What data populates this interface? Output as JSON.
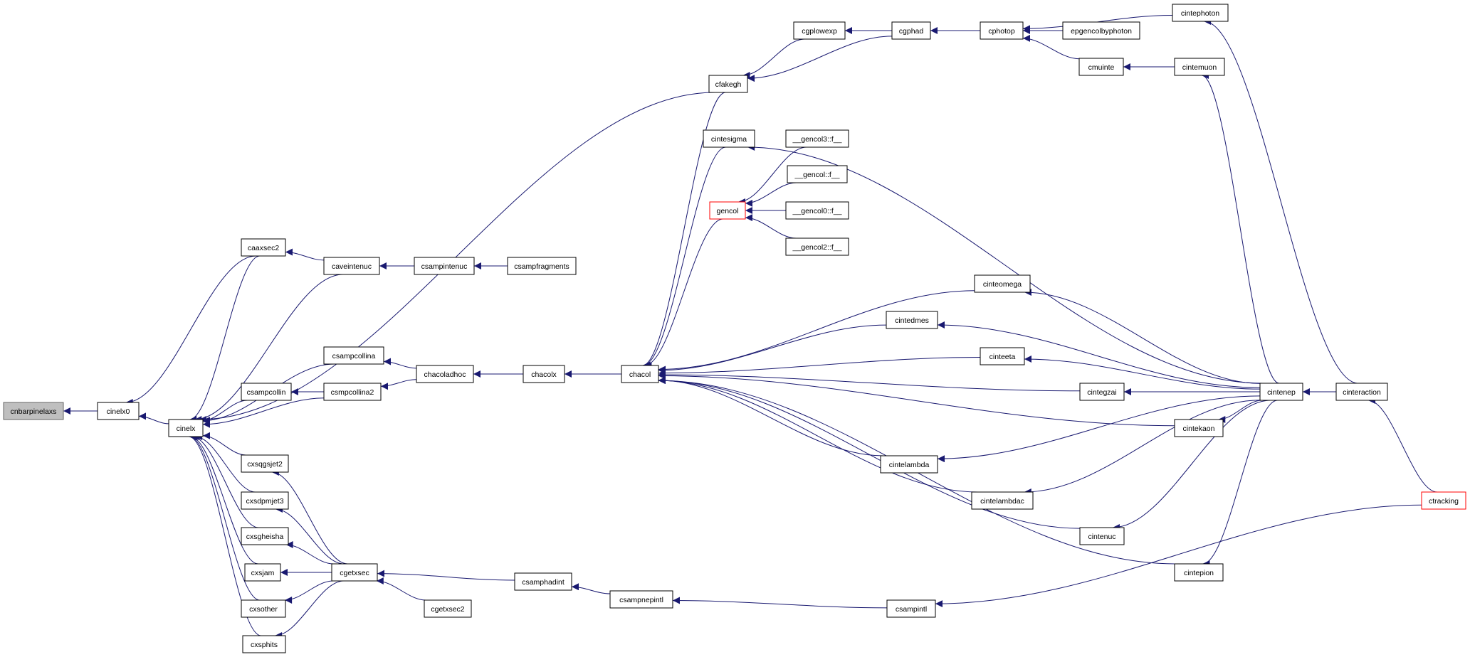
{
  "nodes": [
    {
      "id": "cnbarpinelaxs",
      "label": "cnbarpinelaxs",
      "root": true
    },
    {
      "id": "cinelx0",
      "label": "cinelx0"
    },
    {
      "id": "cinelx",
      "label": "cinelx"
    },
    {
      "id": "caaxsec2",
      "label": "caaxsec2"
    },
    {
      "id": "caveintenuc",
      "label": "caveintenuc"
    },
    {
      "id": "csampintenuc",
      "label": "csampintenuc"
    },
    {
      "id": "csampfragments",
      "label": "csampfragments"
    },
    {
      "id": "csampcollina",
      "label": "csampcollina"
    },
    {
      "id": "csampcollin",
      "label": "csampcollin"
    },
    {
      "id": "csmpcollina2",
      "label": "csmpcollina2"
    },
    {
      "id": "chacoladhoc",
      "label": "chacoladhoc"
    },
    {
      "id": "chacolx",
      "label": "chacolx"
    },
    {
      "id": "chacol",
      "label": "chacol"
    },
    {
      "id": "cxsqgsjet2",
      "label": "cxsqgsjet2"
    },
    {
      "id": "cxsdpmjet3",
      "label": "cxsdpmjet3"
    },
    {
      "id": "cxsgheisha",
      "label": "cxsgheisha"
    },
    {
      "id": "cxsjam",
      "label": "cxsjam"
    },
    {
      "id": "cxsother",
      "label": "cxsother"
    },
    {
      "id": "cxsphits",
      "label": "cxsphits"
    },
    {
      "id": "cgetxsec",
      "label": "cgetxsec"
    },
    {
      "id": "cgetxsec2",
      "label": "cgetxsec2"
    },
    {
      "id": "csamphadint",
      "label": "csamphadint"
    },
    {
      "id": "csampnepintl",
      "label": "csampnepintl"
    },
    {
      "id": "csampintl",
      "label": "csampintl"
    },
    {
      "id": "cfakegh",
      "label": "cfakegh"
    },
    {
      "id": "cgplowexp",
      "label": "cgplowexp"
    },
    {
      "id": "cgphad",
      "label": "cgphad"
    },
    {
      "id": "cphotop",
      "label": "cphotop"
    },
    {
      "id": "cintephoton",
      "label": "cintephoton"
    },
    {
      "id": "epgencolbyphoton",
      "label": "epgencolbyphoton"
    },
    {
      "id": "cmuinte",
      "label": "cmuinte"
    },
    {
      "id": "cintemuon",
      "label": "cintemuon"
    },
    {
      "id": "cintesigma",
      "label": "cintesigma"
    },
    {
      "id": "gencol",
      "label": "gencol",
      "highlight": true
    },
    {
      "id": "gencol3",
      "label": "__gencol3::f__"
    },
    {
      "id": "gencolf",
      "label": "__gencol::f__"
    },
    {
      "id": "gencol0",
      "label": "__gencol0::f__"
    },
    {
      "id": "gencol2",
      "label": "__gencol2::f__"
    },
    {
      "id": "cinteomega",
      "label": "cinteomega"
    },
    {
      "id": "cintedmes",
      "label": "cintedmes"
    },
    {
      "id": "cinteeta",
      "label": "cinteeta"
    },
    {
      "id": "cintegzai",
      "label": "cintegzai"
    },
    {
      "id": "cintekaon",
      "label": "cintekaon"
    },
    {
      "id": "cintelambda",
      "label": "cintelambda"
    },
    {
      "id": "cintelambdac",
      "label": "cintelambdac"
    },
    {
      "id": "cintenuc",
      "label": "cintenuc"
    },
    {
      "id": "cintepion",
      "label": "cintepion"
    },
    {
      "id": "cintenep",
      "label": "cintenep"
    },
    {
      "id": "cinteraction",
      "label": "cinteraction"
    },
    {
      "id": "ctracking",
      "label": "ctracking",
      "highlight": true
    }
  ],
  "edges": [
    {
      "from": "cinelx0",
      "to": "cnbarpinelaxs"
    },
    {
      "from": "cinelx",
      "to": "cinelx0"
    },
    {
      "from": "caaxsec2",
      "to": "cinelx0"
    },
    {
      "from": "caaxsec2",
      "to": "cinelx"
    },
    {
      "from": "caveintenuc",
      "to": "caaxsec2"
    },
    {
      "from": "caveintenuc",
      "to": "cinelx"
    },
    {
      "from": "csampintenuc",
      "to": "caveintenuc"
    },
    {
      "from": "csampfragments",
      "to": "csampintenuc"
    },
    {
      "from": "cfakegh",
      "to": "cinelx"
    },
    {
      "from": "csampcollina",
      "to": "cinelx"
    },
    {
      "from": "csampcollin",
      "to": "cinelx"
    },
    {
      "from": "csmpcollina2",
      "to": "cinelx"
    },
    {
      "from": "csmpcollina2",
      "to": "csampcollin"
    },
    {
      "from": "chacoladhoc",
      "to": "csampcollina"
    },
    {
      "from": "chacoladhoc",
      "to": "csmpcollina2"
    },
    {
      "from": "chacolx",
      "to": "chacoladhoc"
    },
    {
      "from": "chacol",
      "to": "chacolx"
    },
    {
      "from": "cxsqgsjet2",
      "to": "cinelx"
    },
    {
      "from": "cxsdpmjet3",
      "to": "cinelx"
    },
    {
      "from": "cxsgheisha",
      "to": "cinelx"
    },
    {
      "from": "cxsjam",
      "to": "cinelx"
    },
    {
      "from": "cxsother",
      "to": "cinelx"
    },
    {
      "from": "cxsphits",
      "to": "cinelx"
    },
    {
      "from": "cgetxsec",
      "to": "cxsqgsjet2"
    },
    {
      "from": "cgetxsec",
      "to": "cxsdpmjet3"
    },
    {
      "from": "cgetxsec",
      "to": "cxsgheisha"
    },
    {
      "from": "cgetxsec",
      "to": "cxsjam"
    },
    {
      "from": "cgetxsec",
      "to": "cxsother"
    },
    {
      "from": "cgetxsec",
      "to": "cxsphits"
    },
    {
      "from": "cgetxsec2",
      "to": "cgetxsec"
    },
    {
      "from": "csamphadint",
      "to": "cgetxsec"
    },
    {
      "from": "csampnepintl",
      "to": "csamphadint"
    },
    {
      "from": "csampintl",
      "to": "csampnepintl"
    },
    {
      "from": "ctracking",
      "to": "csampintl"
    },
    {
      "from": "cgplowexp",
      "to": "cfakegh"
    },
    {
      "from": "cgphad",
      "to": "cfakegh"
    },
    {
      "from": "cgphad",
      "to": "cgplowexp"
    },
    {
      "from": "cphotop",
      "to": "cgphad"
    },
    {
      "from": "cintephoton",
      "to": "cphotop"
    },
    {
      "from": "epgencolbyphoton",
      "to": "cphotop"
    },
    {
      "from": "cmuinte",
      "to": "cphotop"
    },
    {
      "from": "cintemuon",
      "to": "cmuinte"
    },
    {
      "from": "cintenep",
      "to": "cintemuon"
    },
    {
      "from": "cinteraction",
      "to": "cintephoton"
    },
    {
      "from": "cfakegh",
      "to": "chacol"
    },
    {
      "from": "cintesigma",
      "to": "chacol"
    },
    {
      "from": "cintenep",
      "to": "cintesigma"
    },
    {
      "from": "gencol",
      "to": "chacol"
    },
    {
      "from": "gencol3",
      "to": "gencol"
    },
    {
      "from": "gencolf",
      "to": "gencol"
    },
    {
      "from": "gencol0",
      "to": "gencol"
    },
    {
      "from": "gencol2",
      "to": "gencol"
    },
    {
      "from": "cinteomega",
      "to": "chacol"
    },
    {
      "from": "cintedmes",
      "to": "chacol"
    },
    {
      "from": "cinteeta",
      "to": "chacol"
    },
    {
      "from": "cintegzai",
      "to": "chacol"
    },
    {
      "from": "cintekaon",
      "to": "chacol"
    },
    {
      "from": "cintelambda",
      "to": "chacol"
    },
    {
      "from": "cintelambdac",
      "to": "chacol"
    },
    {
      "from": "cintenuc",
      "to": "chacol"
    },
    {
      "from": "cintepion",
      "to": "chacol"
    },
    {
      "from": "cintenep",
      "to": "cinteomega"
    },
    {
      "from": "cintenep",
      "to": "cintedmes"
    },
    {
      "from": "cintenep",
      "to": "cinteeta"
    },
    {
      "from": "cintenep",
      "to": "cintegzai"
    },
    {
      "from": "cintenep",
      "to": "cintekaon"
    },
    {
      "from": "cintenep",
      "to": "cintelambda"
    },
    {
      "from": "cintenep",
      "to": "cintelambdac"
    },
    {
      "from": "cintenep",
      "to": "cintenuc"
    },
    {
      "from": "cintenep",
      "to": "cintepion"
    },
    {
      "from": "cinteraction",
      "to": "cintenep"
    },
    {
      "from": "ctracking",
      "to": "cinteraction"
    }
  ]
}
